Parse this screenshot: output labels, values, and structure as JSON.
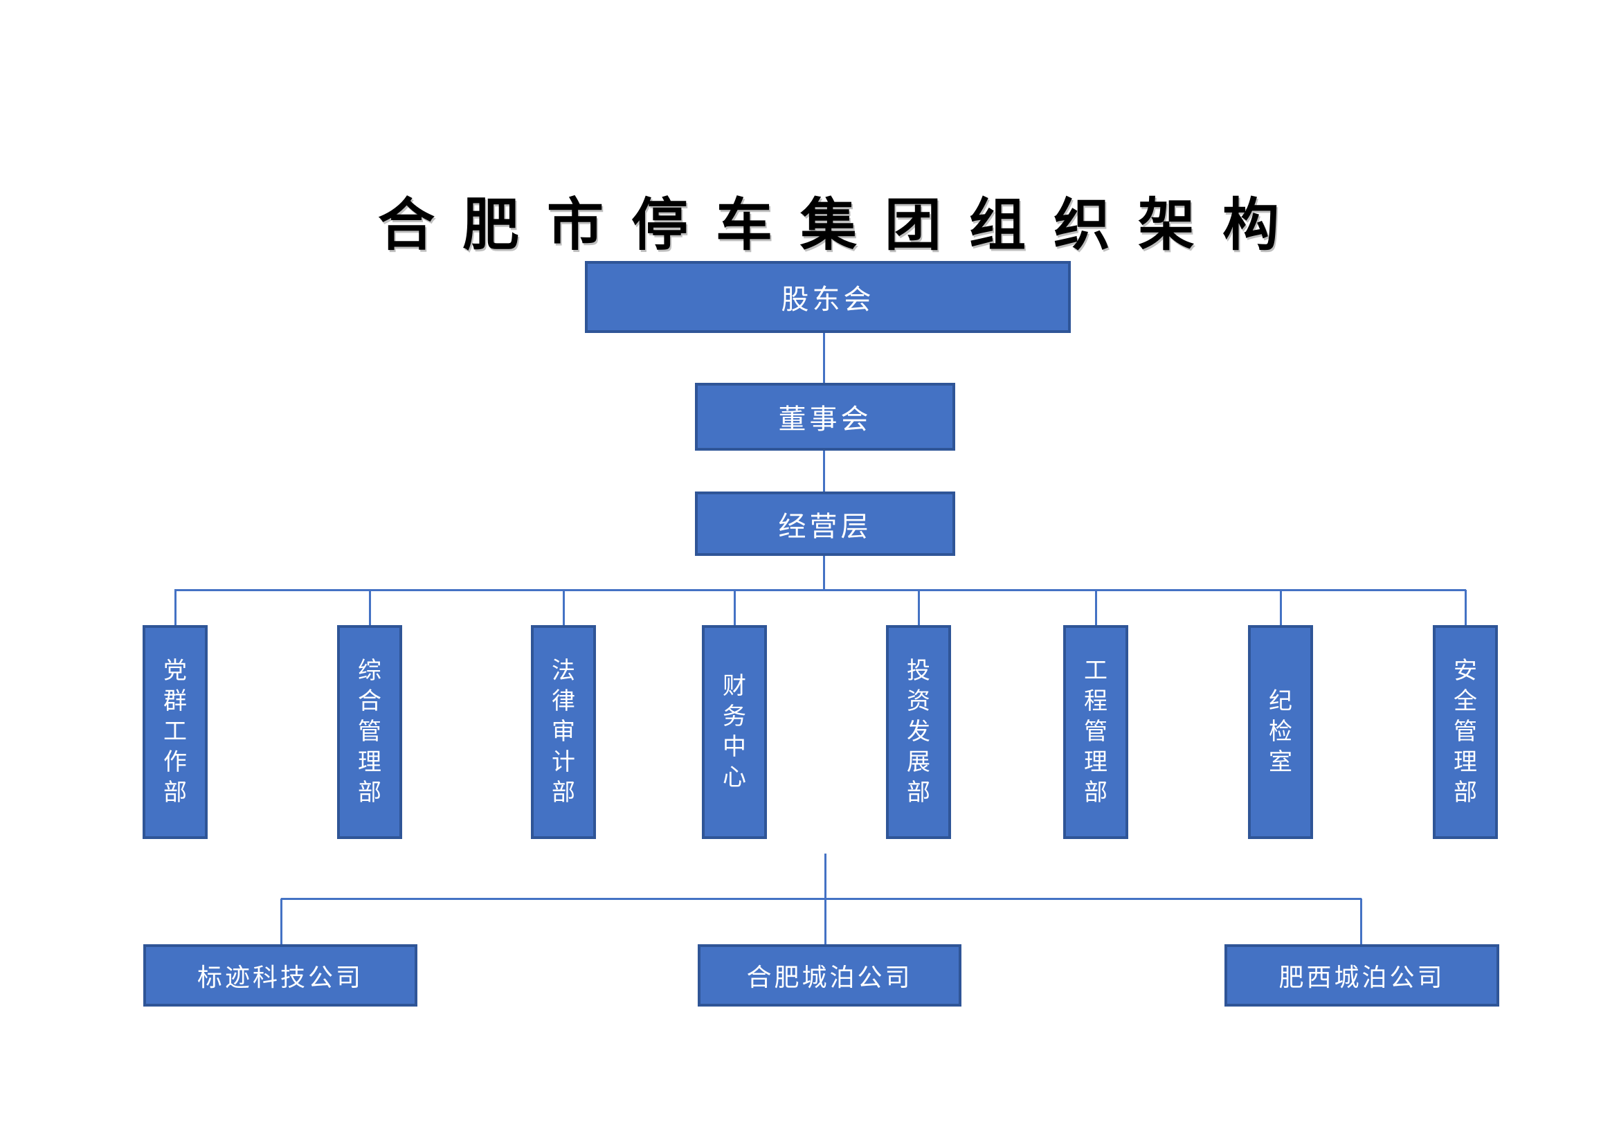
{
  "title": "合肥市停车集团组织架构",
  "hierarchy": {
    "level1": "股东会",
    "level2": "董事会",
    "level3": "经营层"
  },
  "departments": [
    "党群工作部",
    "综合管理部",
    "法律审计部",
    "财务中心",
    "投资发展部",
    "工程管理部",
    "纪检室",
    "安全管理部"
  ],
  "companies": [
    "标迹科技公司",
    "合肥城泊公司",
    "肥西城泊公司"
  ],
  "colors": {
    "box_fill": "#4472c4",
    "box_border": "#2f5597",
    "connector": "#4472c4",
    "box_text": "#ffffff",
    "title_text": "#000000"
  }
}
